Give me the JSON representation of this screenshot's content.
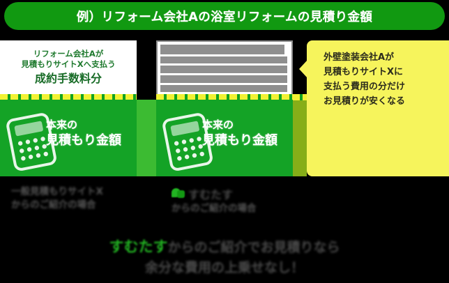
{
  "header": {
    "title": "例）リフォーム会社Aの浴室リフォームの見積り金額",
    "background_color": "#119911",
    "text_color": "#ffffff"
  },
  "left_column": {
    "caption": {
      "line1": "リフォーム会社Aが",
      "line2": "見積もりサイトXへ支払う",
      "line3": "成約手数料分",
      "text_color": "#1f7a2e",
      "background_color": "#ffffff"
    },
    "panel": {
      "icon": "calculator-icon",
      "line1": "本来の",
      "line2": "見積もり金額",
      "background_color": "#14a326",
      "text_color": "#ffffff"
    }
  },
  "middle_column": {
    "redacted_box": {
      "label": "redacted-text-lines",
      "bars": [
        {
          "width": "97%",
          "height": 14
        },
        {
          "width": "99%",
          "height": 10
        },
        {
          "width": "99%",
          "height": 11
        },
        {
          "width": "99%",
          "height": 11
        },
        {
          "width": "99%",
          "height": 10
        },
        {
          "width": "64%",
          "height": 11
        }
      ],
      "bar_color": "#8f8f8f",
      "border_color": "#8c8c8c"
    },
    "panel": {
      "icon": "calculator-icon",
      "line1": "本来の",
      "line2": "見積もり金額",
      "background_color": "#14a326",
      "text_color": "#ffffff"
    }
  },
  "right_callout": {
    "line1": "外壁塗装会社Aが",
    "line2": "見積もりサイトXに",
    "line3": "支払う費用の分だけ",
    "line4": "お見積りが安くなる",
    "background_color": "#f6f45c",
    "text_color": "#2b2b1c"
  },
  "dashed_strip": {
    "dash_color": "#f2f233",
    "gap_color": "#11a321"
  },
  "bottom_comparison": {
    "left": {
      "line1": "一般見積もりサイトX",
      "line2": "からのご紹介の場合",
      "blurred": true
    },
    "right": {
      "logo": "sumutasu-logo-icon",
      "brand": "すむたす",
      "line2": "からのご紹介の場合",
      "blurred": true
    }
  },
  "footer": {
    "line1_brand": "すむたす",
    "line1_rest": "からのご紹介でお見積りなら",
    "line2": "余分な費用の上乗せなし！",
    "brand_color": "#22b522",
    "text_color": "#4a4a4a",
    "blurred": true
  }
}
